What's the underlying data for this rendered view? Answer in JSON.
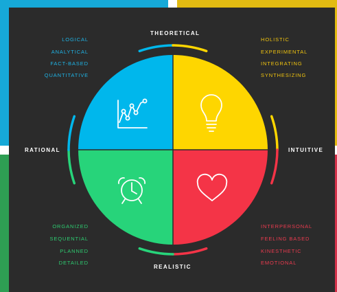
{
  "axes": {
    "top": "THEORETICAL",
    "left": "RATIONAL",
    "right": "INTUITIVE",
    "bottom": "REALISTIC"
  },
  "quadrants": {
    "top_left": {
      "color": "#00b7ec",
      "icon": "line-chart-icon",
      "traits": [
        "LOGICAL",
        "ANALYTICAL",
        "FACT-BASED",
        "QUANTITATIVE"
      ]
    },
    "top_right": {
      "color": "#fed600",
      "icon": "lightbulb-icon",
      "traits": [
        "HOLISTIC",
        "EXPERIMENTAL",
        "INTEGRATING",
        "SYNTHESIZING"
      ]
    },
    "bottom_left": {
      "color": "#27d47a",
      "icon": "alarm-clock-icon",
      "traits": [
        "ORGANIZED",
        "SEQUENTIAL",
        "PLANNED",
        "DETAILED"
      ]
    },
    "bottom_right": {
      "color": "#f43447",
      "icon": "heart-icon",
      "traits": [
        "INTERPERSONAL",
        "FEELING BASED",
        "KINESTHETIC",
        "EMOTIONAL"
      ]
    }
  }
}
